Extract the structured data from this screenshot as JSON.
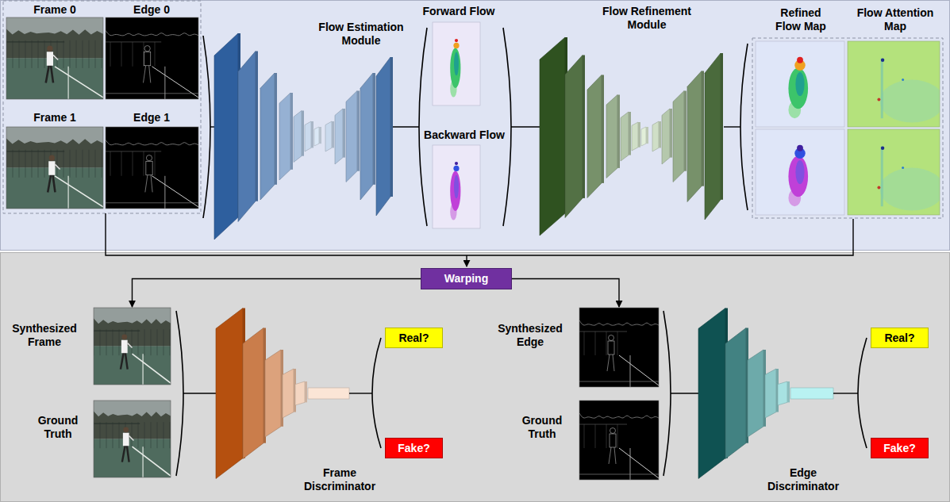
{
  "diagram": {
    "nodes": [
      {
        "text": [
          "Warping"
        ]
      },
      {
        "text": [
          "Synthesized Frame"
        ]
      },
      {
        "text": [
          "Real?"
        ]
      },
      {
        "text": [
          "Fake?"
        ]
      },
      {
        "text": [
          "Synthesized Edge"
        ]
      },
      {
        "text": [
          "Real?"
        ]
      },
      {
        "text": [
          "Fake?"
        ]
      }
    ],
    "edges": [
      {
        "from": 0,
        "to": 1,
        "arrow": "to"
      },
      {
        "from": 0,
        "to": 4,
        "arrow": "to"
      }
    ],
    "labels": [
      "Frame 0",
      "Edge 0",
      "Frame 1",
      "Edge 1",
      "Flow Estimation Module",
      "Forward Flow",
      "Backward Flow",
      "Flow Refinement Module",
      "Refined Flow Map",
      "Flow Attention Map",
      "Ground Truth",
      "Frame Discriminator",
      "Ground Truth",
      "Edge Discriminator"
    ]
  }
}
